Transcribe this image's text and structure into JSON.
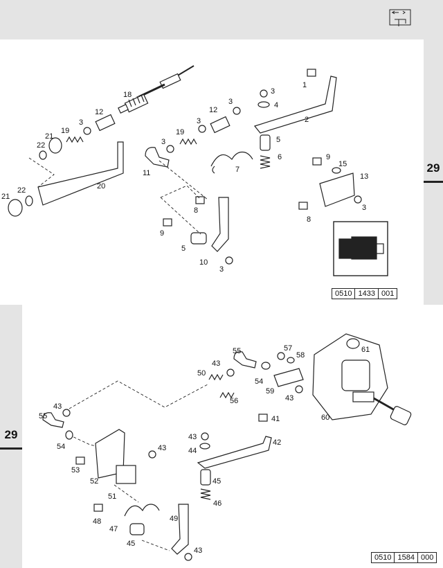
{
  "tabs": {
    "upper": "29",
    "lower": "29"
  },
  "references": {
    "upper": [
      "0510",
      "1433",
      "001"
    ],
    "lower": [
      "0510",
      "1584",
      "000"
    ]
  },
  "part_labels": {
    "p1": "1",
    "p2": "2",
    "p3a": "3",
    "p3b": "3",
    "p3c": "3",
    "p3d": "3",
    "p3e": "3",
    "p3f": "3",
    "p3g": "3",
    "p4": "4",
    "p5a": "5",
    "p5b": "5",
    "p6": "6",
    "p7": "7",
    "p8a": "8",
    "p8b": "8",
    "p9a": "9",
    "p9b": "9",
    "p10": "10",
    "p11": "11",
    "p12a": "12",
    "p12b": "12",
    "p13": "13",
    "p15": "15",
    "p18": "18",
    "p19a": "19",
    "p19b": "19",
    "p20": "20",
    "p21a": "21",
    "p21b": "21",
    "p22a": "22",
    "p22b": "22",
    "p41": "41",
    "p42": "42",
    "p43a": "43",
    "p43b": "43",
    "p43c": "43",
    "p43d": "43",
    "p43e": "43",
    "p43f": "43",
    "p44": "44",
    "p45a": "45",
    "p45b": "45",
    "p46": "46",
    "p47": "47",
    "p48": "48",
    "p49": "49",
    "p50": "50",
    "p51": "51",
    "p52": "52",
    "p53": "53",
    "p54a": "54",
    "p54b": "54",
    "p55a": "55",
    "p55b": "55",
    "p56": "56",
    "p57": "57",
    "p58": "58",
    "p59": "59",
    "p60": "60",
    "p61": "61"
  }
}
